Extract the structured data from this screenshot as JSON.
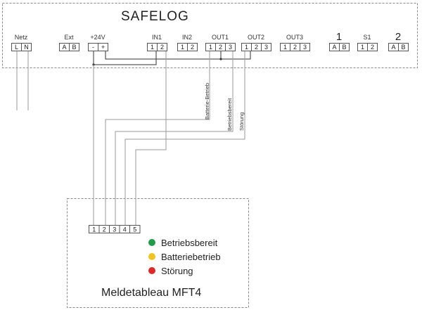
{
  "safelog": {
    "title": "SAFELOG",
    "groups": [
      {
        "key": "netz",
        "label": "Netz",
        "terminals": [
          "L",
          "N"
        ]
      },
      {
        "key": "ext",
        "label": "Ext",
        "terminals": [
          "A",
          "B"
        ]
      },
      {
        "key": "v24",
        "label": "+24V",
        "terminals": [
          "-",
          "+"
        ]
      },
      {
        "key": "in1",
        "label": "IN1",
        "terminals": [
          "1",
          "2"
        ]
      },
      {
        "key": "in2",
        "label": "IN2",
        "terminals": [
          "1",
          "2"
        ]
      },
      {
        "key": "out1",
        "label": "OUT1",
        "terminals": [
          "1",
          "2",
          "3"
        ]
      },
      {
        "key": "out2",
        "label": "OUT2",
        "terminals": [
          "1",
          "2",
          "3"
        ]
      },
      {
        "key": "out3",
        "label": "OUT3",
        "terminals": [
          "1",
          "2",
          "3"
        ]
      },
      {
        "key": "bus1",
        "label": "1",
        "terminals": [
          "A",
          "B"
        ]
      },
      {
        "key": "s1",
        "label": "S1",
        "terminals": [
          "1",
          "2"
        ]
      },
      {
        "key": "bus2",
        "label": "2",
        "terminals": [
          "A",
          "B"
        ]
      }
    ]
  },
  "wire_labels": {
    "batterie": "Batterie-Betrieb",
    "betriebsbereit": "Betriebsbereit",
    "stoerung": "Störung"
  },
  "mft4": {
    "title": "Meldetableau MFT4",
    "terminals": [
      "1",
      "2",
      "3",
      "4",
      "5"
    ],
    "legend": [
      {
        "label": "Betriebsbereit",
        "color": "#1e9e46"
      },
      {
        "label": "Batteriebetrieb",
        "color": "#f2c318"
      },
      {
        "label": "Störung",
        "color": "#e02626"
      }
    ]
  }
}
